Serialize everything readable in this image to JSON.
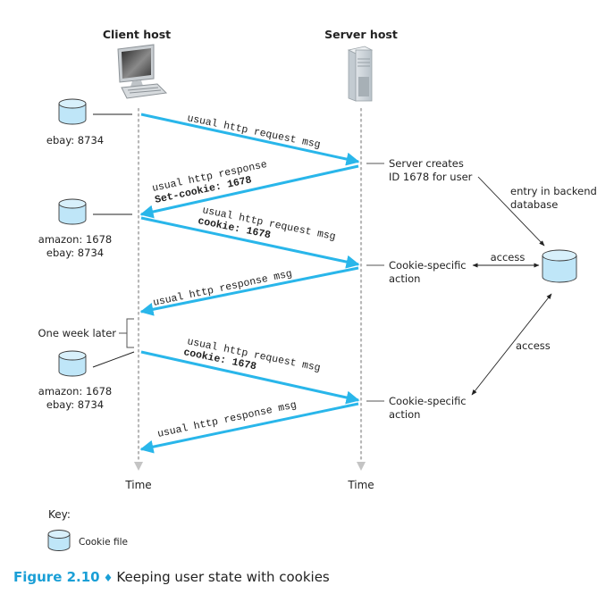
{
  "hosts": {
    "client_label": "Client host",
    "server_label": "Server host",
    "client_icon": "desktop-computer-icon",
    "server_icon": "tower-server-icon",
    "time_label_client": "Time",
    "time_label_server": "Time"
  },
  "cookie_files": [
    {
      "lines": [
        "ebay: 8734"
      ]
    },
    {
      "lines": [
        "amazon: 1678",
        "ebay: 8734"
      ]
    },
    {
      "lines": [
        "amazon: 1678",
        "ebay: 8734"
      ]
    }
  ],
  "messages": [
    {
      "direction": "request",
      "line1": "usual http request msg",
      "line2": ""
    },
    {
      "direction": "response",
      "line1": "usual http response",
      "line2": "Set-cookie: 1678"
    },
    {
      "direction": "request",
      "line1": "usual http request msg",
      "line2": "cookie: 1678"
    },
    {
      "direction": "response",
      "line1": "usual http response msg",
      "line2": ""
    },
    {
      "direction": "request",
      "line1": "usual http request msg",
      "line2": "cookie: 1678"
    },
    {
      "direction": "response",
      "line1": "usual http response msg",
      "line2": ""
    }
  ],
  "server_notes": [
    {
      "lines": [
        "Server creates",
        "ID 1678 for user"
      ]
    },
    {
      "lines": [
        "Cookie-specific",
        "action"
      ]
    },
    {
      "lines": [
        "Cookie-specific",
        "action"
      ]
    }
  ],
  "backend": {
    "entry_label": [
      "entry in backend",
      "database"
    ],
    "access_label_1": "access",
    "access_label_2": "access"
  },
  "one_week_later": "One week later",
  "key": {
    "title": "Key:",
    "cookie_file_label": "Cookie file"
  },
  "caption": {
    "figure": "Figure 2.10",
    "separator": "♦",
    "text": "Keeping user state with cookies"
  },
  "colors": {
    "arrow": "#29b6ea",
    "cylinder_fill": "#bfe6f8",
    "cylinder_top": "#d8f0fb",
    "timeline": "#b8b8b8",
    "caption_accent": "#1a9fd6"
  }
}
